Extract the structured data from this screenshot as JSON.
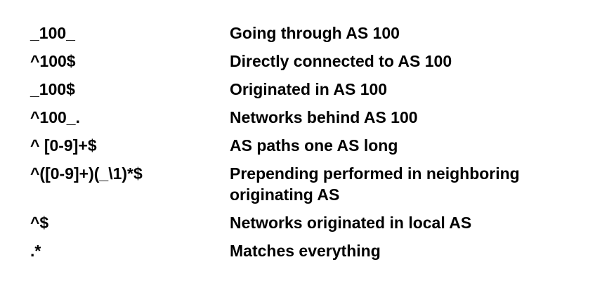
{
  "rows": [
    {
      "pattern": "_100_",
      "meaning": "Going through AS 100"
    },
    {
      "pattern": "^100$",
      "meaning": "Directly connected to AS 100"
    },
    {
      "pattern": "_100$",
      "meaning": "Originated in AS 100"
    },
    {
      "pattern": "^100_.",
      "meaning": "Networks behind AS 100"
    },
    {
      "pattern": "^ [0-9]+$",
      "meaning": "AS paths one AS long"
    },
    {
      "pattern": "^([0-9]+)(_\\1)*$",
      "meaning": "Prepending performed in neighboring originating AS"
    },
    {
      "pattern": "^$",
      "meaning": "Networks originated in local AS"
    },
    {
      "pattern": ".*",
      "meaning": "Matches everything"
    }
  ]
}
